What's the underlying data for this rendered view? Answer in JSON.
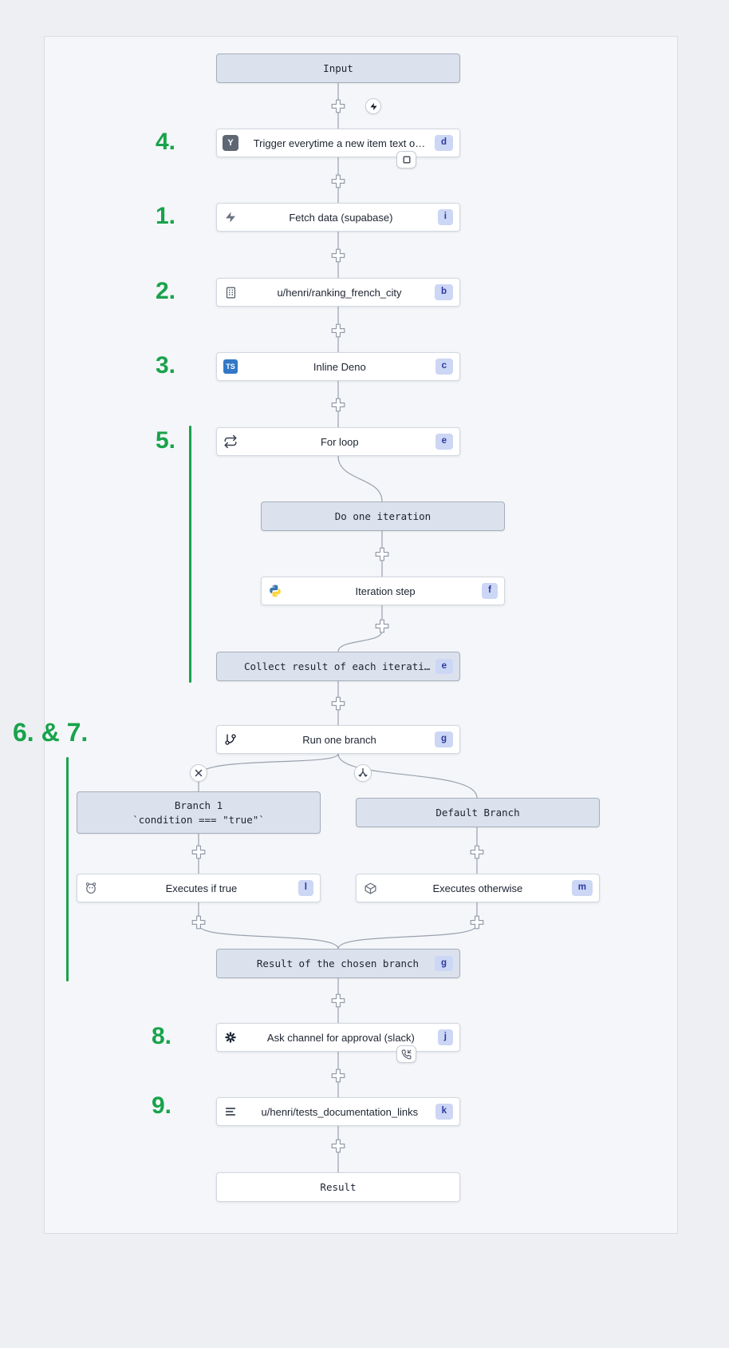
{
  "colors": {
    "annotation_green": "#18a34b",
    "badge_bg": "#ccd6f5",
    "badge_text": "#2d3a9e",
    "virtual_node_bg": "#dbe2ee",
    "typescript_blue": "#3178c6"
  },
  "annotations": {
    "n1": "1.",
    "n2": "2.",
    "n3": "3.",
    "n4": "4.",
    "n5": "5.",
    "n67": "6. & 7.",
    "n8": "8.",
    "n9": "9."
  },
  "nodes": {
    "input": {
      "label": "Input"
    },
    "trigger": {
      "label": "Trigger everytime a new item text o…",
      "badge": "d",
      "icon_letter": "Y"
    },
    "fetch": {
      "label": "Fetch data (supabase)",
      "badge": "i"
    },
    "ranking": {
      "label": "u/henri/ranking_french_city",
      "badge": "b"
    },
    "inline_deno": {
      "label": "Inline Deno",
      "badge": "c",
      "icon_letter": "TS"
    },
    "for_loop": {
      "label": "For loop",
      "badge": "e"
    },
    "do_iteration": {
      "label": "Do one iteration"
    },
    "iteration_step": {
      "label": "Iteration step",
      "badge": "f"
    },
    "collect": {
      "label": "Collect result of each iteration",
      "badge": "e"
    },
    "run_branch": {
      "label": "Run one branch",
      "badge": "g"
    },
    "branch1": {
      "line1": "Branch 1",
      "line2": "`condition === \"true\"`"
    },
    "default_branch": {
      "label": "Default Branch"
    },
    "exec_true": {
      "label": "Executes if true",
      "badge": "l"
    },
    "exec_otherwise": {
      "label": "Executes otherwise",
      "badge": "m"
    },
    "chosen_result": {
      "label": "Result of the chosen branch",
      "badge": "g"
    },
    "approval": {
      "label": "Ask channel for approval (slack)",
      "badge": "j"
    },
    "tests_docs": {
      "label": "u/henri/tests_documentation_links",
      "badge": "k"
    },
    "result": {
      "label": "Result"
    }
  }
}
